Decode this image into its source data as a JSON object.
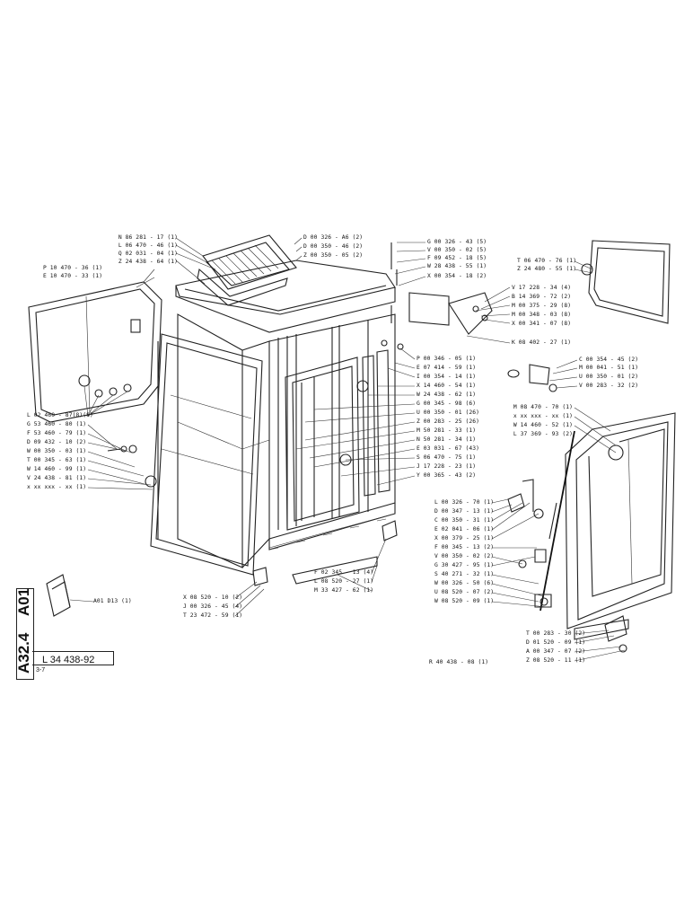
{
  "sheet": {
    "side_code_1": "A01",
    "side_code_2": "A32.4",
    "doc_number": "L 34 438-92",
    "doc_suffix": "3-7",
    "inset_label": "A01 D13 (1)"
  },
  "labels_top_center": [
    "N 86 281 - 17 (1)",
    "L 06 470 - 46 (1)",
    "Q 02 031 - 04 (1)",
    "Z 24 438 - 64 (1)"
  ],
  "labels_roof_screws": [
    "D 00 326 - A6 (2)",
    "D 00 350 - 46 (2)",
    "Z 00 350 - 05 (2)"
  ],
  "labels_top_right": [
    "G 00 326 - 43 (5)",
    "V 00 350 - 02 (5)",
    "F 09 452 - 18 (5)",
    "W 28 438 - 55 (1)",
    "X 00 354 - 18 (2)"
  ],
  "labels_bracket": [
    "V 17 228 - 34 (4)",
    "B 14 369 - 72 (2)",
    "M 00 375 - 29 (8)",
    "M 00 348 - 03 (8)",
    "X 00 341 - 07 (8)",
    "K 08 402 - 27 (1)"
  ],
  "labels_window_right": [
    "T 06 470 - 76 (1)",
    "Z 24 480 - 55 (1)"
  ],
  "labels_left_window": [
    "P 10 470 - 36 (1)",
    "E 10 470 - 33 (1)"
  ],
  "labels_middle_column": [
    "P 00 346 - 05 (1)",
    "E 07 414 - 59 (1)",
    "I 00 354 - 14 (1)",
    "X 14 460 - 54 (1)",
    "W 24 438 - 62 (1)",
    "G 00 345 - 98 (6)",
    "U 00 350 - 01 (26)",
    "Z 00 283 - 25 (26)",
    "M 50 281 - 33 (1)",
    "N 50 281 - 34 (1)",
    "E 03 031 - 67 (43)",
    "S 06 470 - 75 (1)",
    "J 17 228 - 23 (1)",
    "Y 00 365 - 43 (2)"
  ],
  "labels_hinge_right": [
    "C 00 354 - 45 (2)",
    "M 00 041 - 51 (1)",
    "U 00 350 - 01 (2)",
    "V 00 283 - 32 (2)"
  ],
  "labels_door_right": [
    "M 08 470 - 70 (1)",
    "x xx xxx - xx (1)",
    "W 14 460 - 52 (1)",
    "L 37 369 - 93 (2)"
  ],
  "labels_left_lower": [
    "L 02 460 - 87(8)(8)",
    "G 53 460 - 80 (1)",
    "F 53 460 - 79 (1)",
    "D 09 432 - 10 (2)",
    "W 00 350 - 03 (1)",
    "T 00 345 - 63 (1)",
    "W 14 460 - 99 (1)",
    "V 24 438 - 81 (1)",
    "x xx xxx - xx (1)"
  ],
  "labels_strut": [
    "L 00 326 - 70 (1)",
    "D 00 347 - 13 (1)",
    "C 00 350 - 31 (1)",
    "E 02 041 - 06 (1)",
    "X 00 379 - 25 (1)",
    "F 00 345 - 13 (2)",
    "V 00 350 - 02 (2)",
    "G 30 427 - 95 (1)",
    "S 40 271 - 32 (1)",
    "W 00 326 - 50 (6)",
    "U 08 520 - 07 (2)",
    "W 08 520 - 09 (1)"
  ],
  "labels_bottom_center": [
    "F 02 345 - 13 (4)",
    "L 08 520 - 27 (1)",
    "M 33 427 - 62 (1)"
  ],
  "labels_bottom_left": [
    "X 08 520 - 10 (2)",
    "J 00 326 - 45 (4)",
    "T 23 472 - 59 (1)"
  ],
  "labels_bottom_right": [
    "T 00 283 - 30 (2)",
    "D 01 520 - 09 (1)",
    "A 00 347 - 07 (2)",
    "Z 08 520 - 11 (1)"
  ],
  "label_footer": "R 40 438 - 08 (1)"
}
